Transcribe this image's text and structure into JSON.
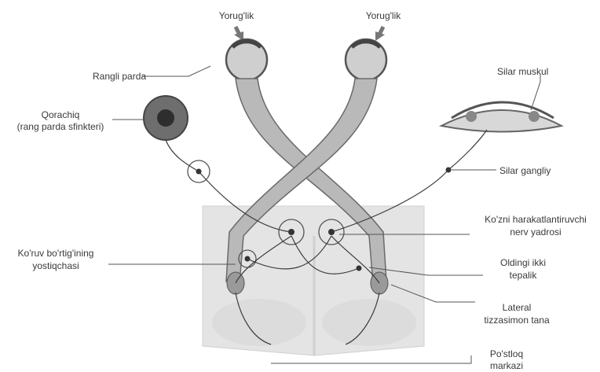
{
  "labels": {
    "light_left": "Yorug'lik",
    "light_right": "Yorug'lik",
    "iris": "Rangli parda",
    "pupil": "Qorachiq",
    "pupil_note": "(rang parda sfinkteri)",
    "ciliary_muscle": "Silar muskul",
    "ciliary_ganglion": "Silar gangliy",
    "oculomotor_nucleus_1": "Ko'zni harakatlantiruvchi",
    "oculomotor_nucleus_2": "nerv yadrosi",
    "optic_tract_1": "Ko'ruv bo'rtig'ining",
    "optic_tract_2": "yostiqchasi",
    "superior_colliculus_1": "Oldingi ikki",
    "superior_colliculus_2": "tepalik",
    "lgn_1": "Lateral",
    "lgn_2": "tizzasimon tana",
    "cortex_1": "Po'stloq",
    "cortex_2": "markazi"
  },
  "colors": {
    "nerve_fill": "#b9b9b9",
    "nerve_edge": "#6a6a6a",
    "brain_fill": "#e4e4e4",
    "line": "#3c3c3c"
  }
}
